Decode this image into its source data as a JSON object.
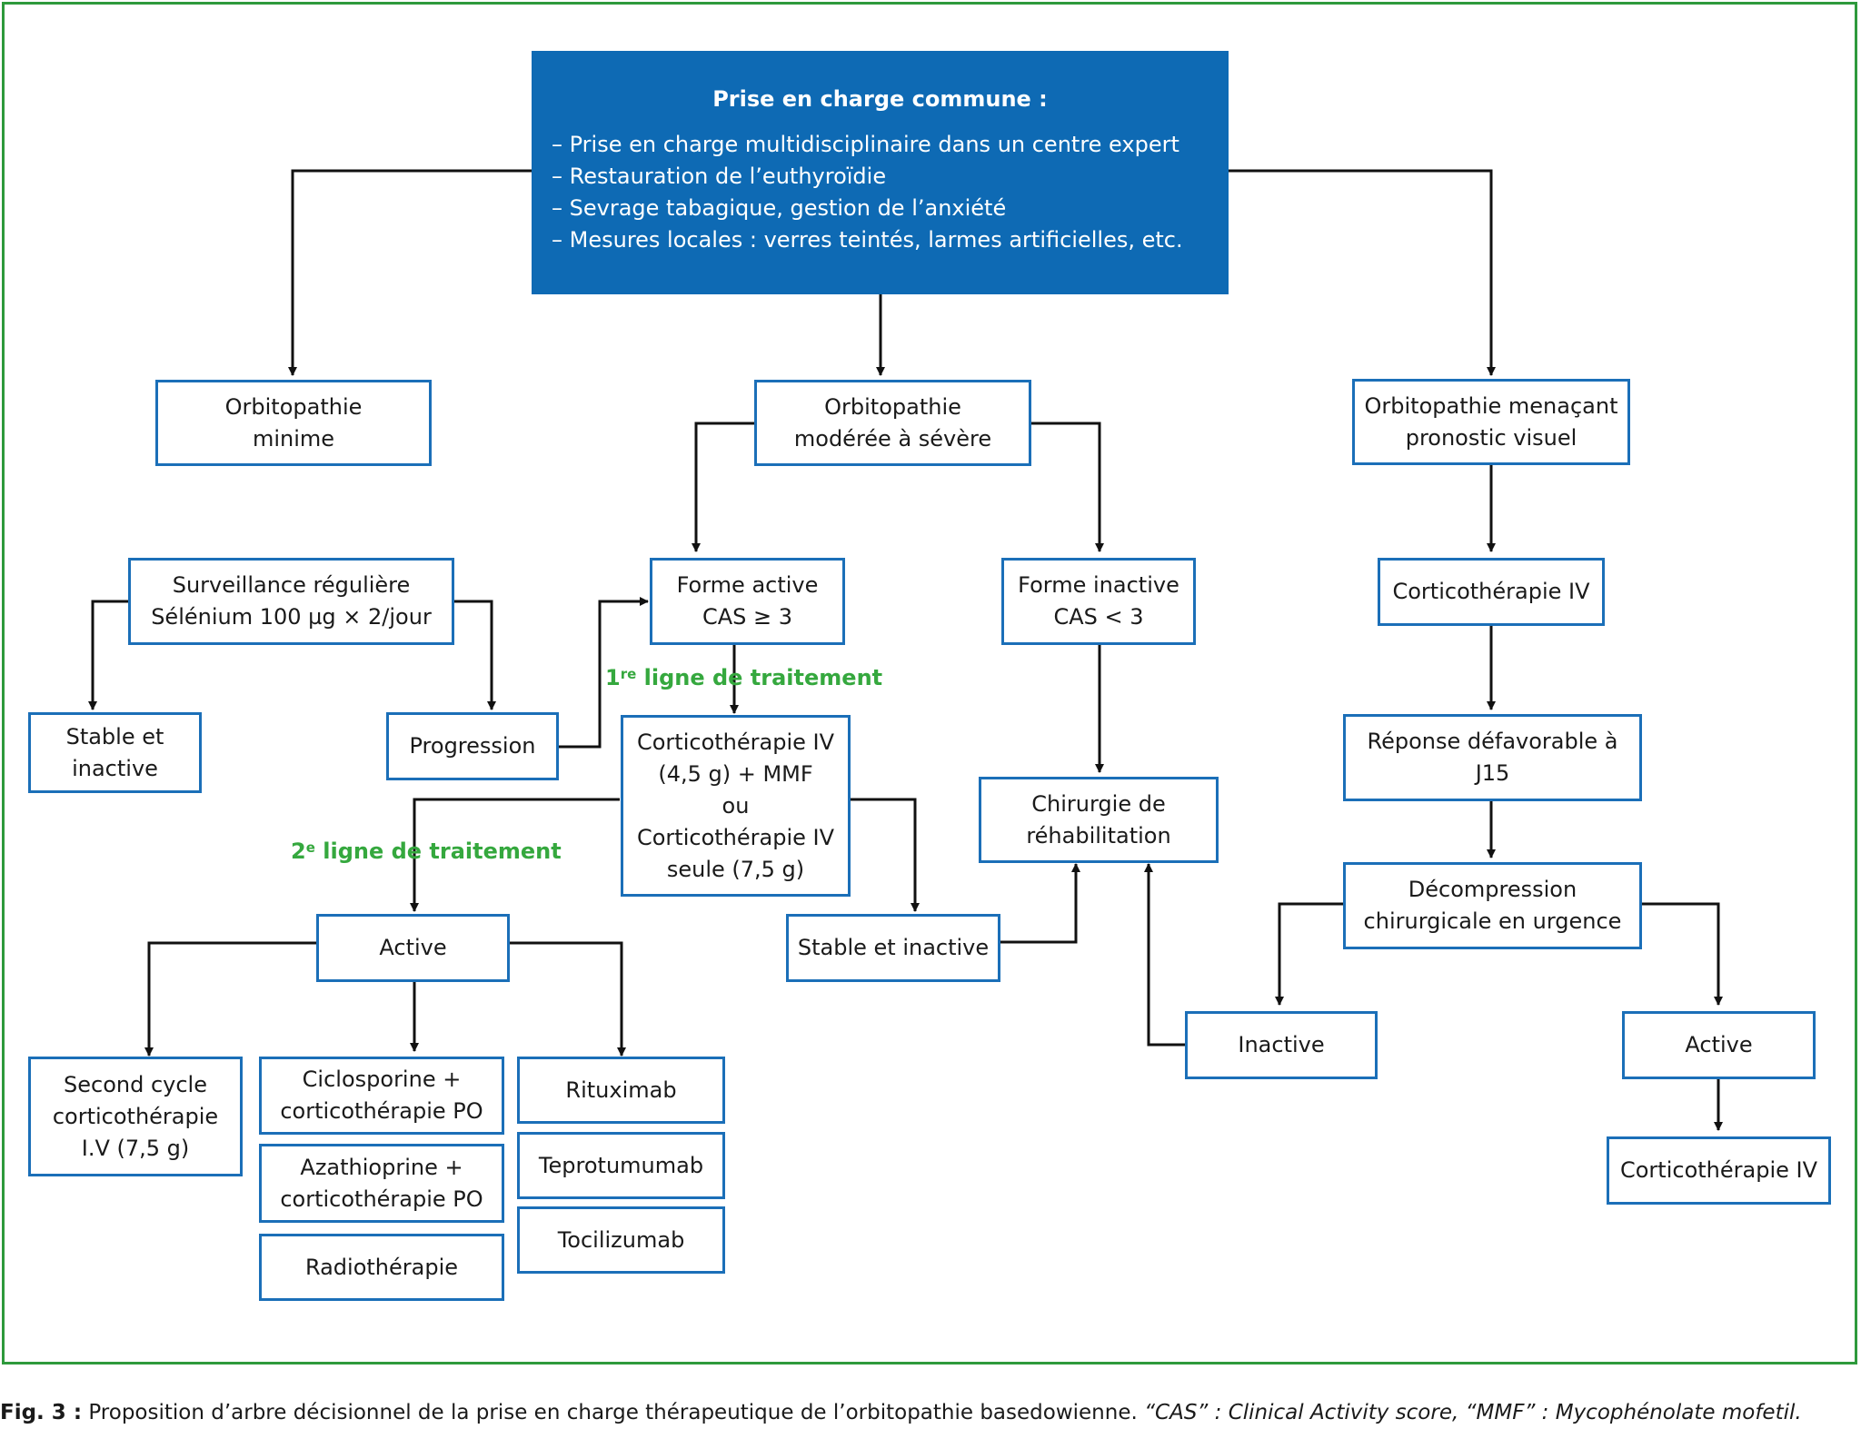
{
  "common": {
    "title": "Prise en charge commune :",
    "bullets": [
      "– Prise en charge multidisciplinaire dans un centre expert",
      "– Restauration de l’euthyroïdie",
      "– Sevrage tabagique, gestion de l’anxiété",
      "– Mesures locales : verres teintés, larmes artificielles, etc."
    ]
  },
  "nodes": {
    "minimal": [
      "Orbitopathie",
      "minime"
    ],
    "moderate": [
      "Orbitopathie",
      "modérée à sévère"
    ],
    "threat": [
      "Orbitopathie menaçant",
      "pronostic visuel"
    ],
    "surveillance": [
      "Surveillance régulière",
      "Sélénium 100 µg × 2/jour"
    ],
    "active_form": [
      "Forme active",
      "CAS ≥ 3"
    ],
    "inactive_form": [
      "Forme inactive",
      "CAS < 3"
    ],
    "cortico_iv_right": [
      "Corticothérapie IV"
    ],
    "stable_left": [
      "Stable et",
      "inactive"
    ],
    "progression": [
      "Progression"
    ],
    "cortico_treatment": [
      "Corticothérapie IV",
      "(4,5 g) + MMF",
      "ou",
      "Corticothérapie IV",
      "seule (7,5 g)"
    ],
    "surgery": [
      "Chirurgie de",
      "réhabilitation"
    ],
    "unfavorable": [
      "Réponse défavorable à",
      "J15"
    ],
    "decompression": [
      "Décompression",
      "chirurgicale en urgence"
    ],
    "active_mid": [
      "Active"
    ],
    "stable_mid": [
      "Stable et inactive"
    ],
    "inactive_right": [
      "Inactive"
    ],
    "active_right": [
      "Active"
    ],
    "second_cycle": [
      "Second cycle",
      "corticothérapie",
      "I.V (7,5 g)"
    ],
    "ciclosporine": [
      "Ciclosporine +",
      "corticothérapie PO"
    ],
    "azathioprine": [
      "Azathioprine +",
      "corticothérapie PO"
    ],
    "radiotherapy": [
      "Radiothérapie"
    ],
    "rituximab": [
      "Rituximab"
    ],
    "teprotumumab": [
      "Teprotumumab"
    ],
    "tocilizumab": [
      "Tocilizumab"
    ],
    "cortico_iv_final": [
      "Corticothérapie IV"
    ]
  },
  "labels": {
    "first_line": {
      "num": "1",
      "sup": "re",
      "text": " ligne de traitement"
    },
    "second_line": {
      "num": "2",
      "sup": "e",
      "text": " ligne de traitement"
    }
  },
  "caption": {
    "fig": "Fig. 3 :",
    "text": " Proposition d’arbre décisionnel de la prise en charge thérapeutique de l’orbitopathie basedowienne. ",
    "abbr": "“CAS” : Clinical Activity score, “MMF” : Mycophénolate mofetil."
  },
  "colors": {
    "box_border": "#1b6fb8",
    "header_fill": "#0e6ab4",
    "label_green": "#35a83e",
    "frame_green": "#2e9a3c"
  }
}
